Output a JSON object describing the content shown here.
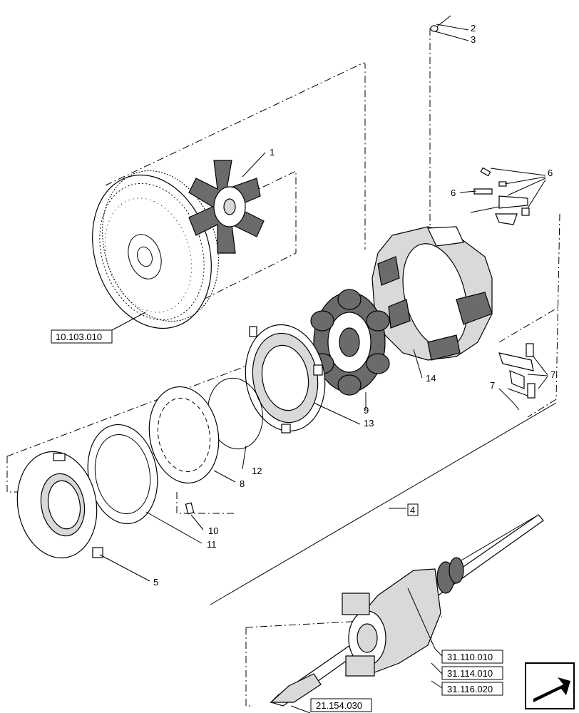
{
  "callouts": {
    "c1": "1",
    "c2": "2",
    "c3": "3",
    "c4": "4",
    "c5": "5",
    "c6a": "6",
    "c6b": "6",
    "c7a": "7",
    "c7b": "7",
    "c8": "8",
    "c9": "9",
    "c10": "10",
    "c11": "11",
    "c12": "12",
    "c13": "13",
    "c14": "14"
  },
  "references": {
    "flywheel": "10.103.010",
    "shaft": "21.154.030",
    "gearbox_1": "31.110.010",
    "gearbox_2": "31.114.010",
    "gearbox_3": "31.116.020"
  },
  "icons": {
    "navigation": "arrow-back-icon"
  }
}
